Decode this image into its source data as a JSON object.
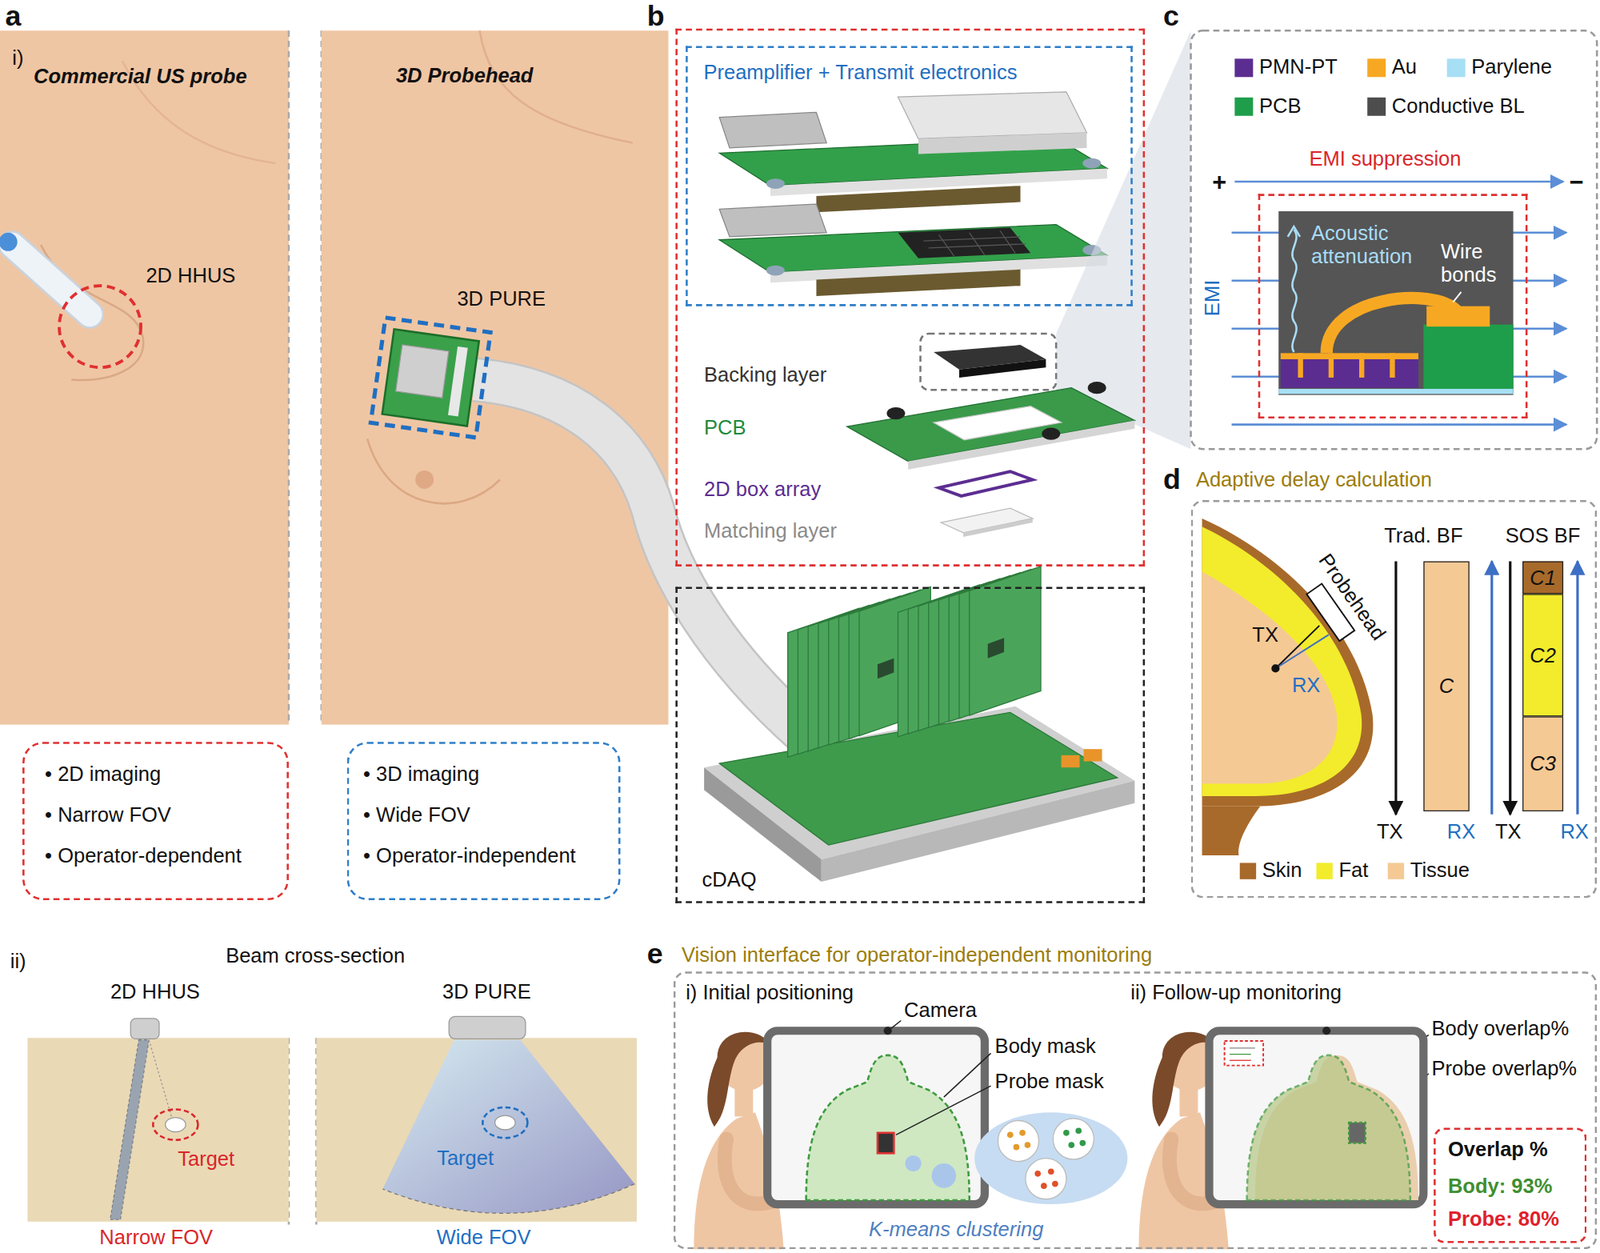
{
  "diagram": {
    "nodes": [
      {
        "text": [
          "• 2D imaging",
          "• Narrow FOV",
          "• Operator-dependent"
        ]
      },
      {
        "text": [
          "• 3D imaging",
          "• Wide FOV",
          "• Operator-independent"
        ]
      },
      {
        "text": [
          "Backing layer",
          "PCB",
          "2D box array",
          "Matching layer"
        ]
      },
      {
        "text": [
          "Preamplifier + Transmit electronics"
        ],
        "in": 2
      },
      {
        "text": [
          "cDAQ"
        ]
      },
      {
        "text": [
          "EMI suppression"
        ]
      },
      {
        "text": [
          "Adaptive delay calculation"
        ]
      },
      {
        "text": [
          "C"
        ],
        "in": 6
      },
      {
        "text": [
          "C1"
        ],
        "in": 6
      },
      {
        "text": [
          "C2"
        ],
        "in": 6
      },
      {
        "text": [
          "C3"
        ],
        "in": 6
      },
      {
        "text": [
          "Vision interface for operator-independent monitoring"
        ]
      },
      {
        "text": [
          "Overlap %",
          "Body: 93%",
          "Probe: 80%"
        ],
        "in": 11
      }
    ],
    "labels": [
      "a",
      "i)",
      "Commercial US probe",
      "3D Probehead",
      "2D HHUS",
      "3D PURE",
      "ii)",
      "Beam cross-section",
      "2D HHUS",
      "3D PURE",
      "Target",
      "Target",
      "Narrow FOV",
      "Wide FOV",
      "b",
      "c",
      "+",
      "−",
      "EMI",
      "Acoustic attenuation",
      "Wire bonds",
      "d",
      "Probehead",
      "TX",
      "RX",
      "Trad. BF",
      "SOS BF",
      "TX",
      "RX",
      "TX",
      "RX",
      "e",
      "i) Initial positioning",
      "ii) Follow-up monitoring",
      "Camera",
      "Body mask",
      "Probe mask",
      "K-means clustering",
      "Body overlap%",
      "Probe overlap%"
    ],
    "legend": [
      {
        "text": "PMN-PT",
        "color": "#5c2d91"
      },
      {
        "text": "Au",
        "color": "#f7a823"
      },
      {
        "text": "Parylene",
        "color": "#a7dff4"
      },
      {
        "text": "PCB",
        "color": "#1e9e4a"
      },
      {
        "text": "Conductive BL",
        "color": "#4d4d4d"
      },
      {
        "text": "Skin",
        "color": "#a86a2a"
      },
      {
        "text": "Fat",
        "color": "#f2ec2c"
      },
      {
        "text": "Tissue",
        "color": "#f5c994"
      }
    ]
  }
}
